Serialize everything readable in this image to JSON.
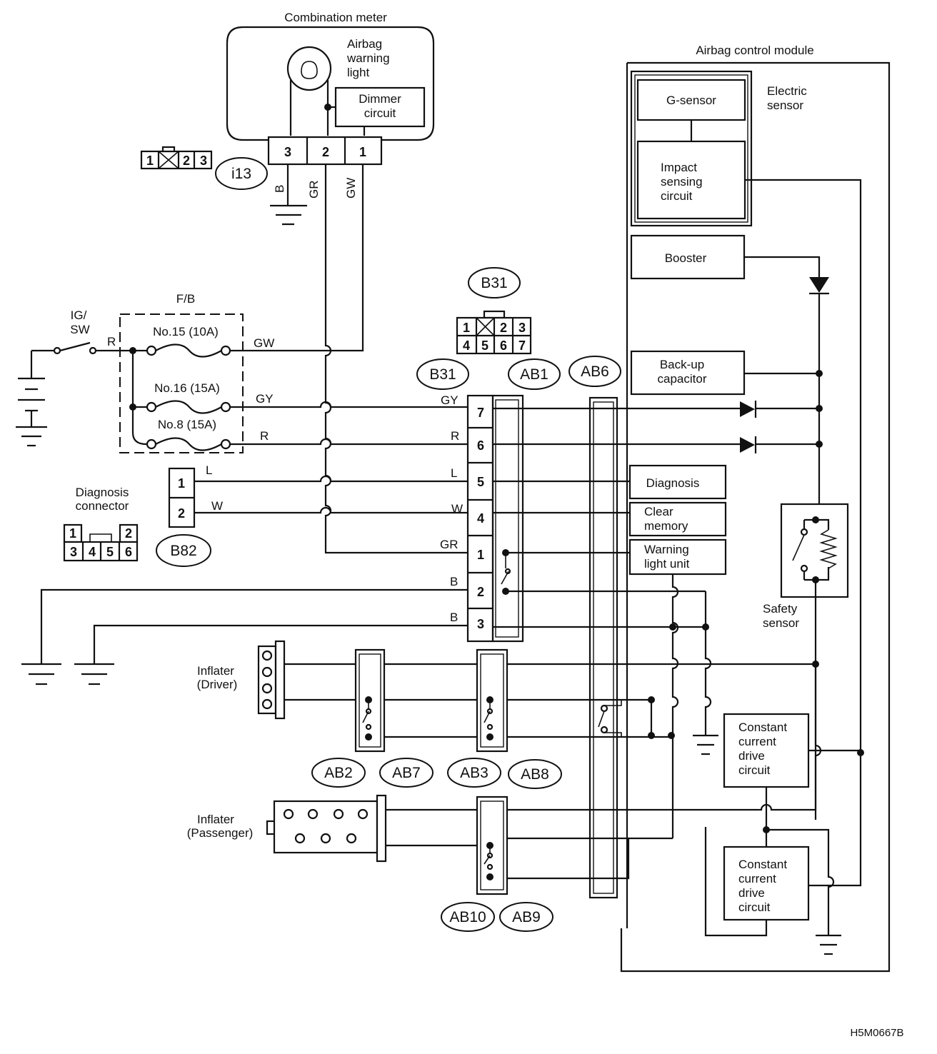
{
  "labels": {
    "combination_meter": "Combination meter",
    "airbag_warning_light": [
      "Airbag",
      "warning",
      "light"
    ],
    "dimmer_circuit": [
      "Dimmer",
      "circuit"
    ],
    "airbag_control_module": "Airbag control module",
    "g_sensor": "G-sensor",
    "electric_sensor": [
      "Electric",
      "sensor"
    ],
    "impact_sensing_circuit": [
      "Impact",
      "sensing",
      "circuit"
    ],
    "booster": "Booster",
    "backup_capacitor": [
      "Back-up",
      "capacitor"
    ],
    "diagnosis": "Diagnosis",
    "clear_memory": [
      "Clear",
      "memory"
    ],
    "warning_light_unit": [
      "Warning",
      "light unit"
    ],
    "safety_sensor": [
      "Safety",
      "sensor"
    ],
    "constant_current_drive_circuit": [
      "Constant",
      "current",
      "drive",
      "circuit"
    ],
    "ig_sw": [
      "IG/",
      "SW"
    ],
    "fuse_box": "F/B",
    "fuse_15": "No.15 (10A)",
    "fuse_16": "No.16 (15A)",
    "fuse_8": "No.8 (15A)",
    "diagnosis_connector": [
      "Diagnosis",
      "connector"
    ],
    "inflater_driver": [
      "Inflater",
      "(Driver)"
    ],
    "inflater_passenger": [
      "Inflater",
      "(Passenger)"
    ],
    "figure_code": "H5M0667B"
  },
  "connectors": {
    "i13": "i13",
    "b31_top": "B31",
    "b31": "B31",
    "ab1": "AB1",
    "ab6": "AB6",
    "b82": "B82",
    "ab2": "AB2",
    "ab7": "AB7",
    "ab3": "AB3",
    "ab8": "AB8",
    "ab10": "AB10",
    "ab9": "AB9"
  },
  "wire_colors": {
    "b": "B",
    "gr": "GR",
    "gw": "GW",
    "gy": "GY",
    "r": "R",
    "l": "L",
    "w": "W"
  },
  "meter_pins": [
    "3",
    "2",
    "1"
  ],
  "i13_pins": [
    "1",
    "2",
    "3"
  ],
  "b31_face_pins": [
    "1",
    "2",
    "3",
    "4",
    "5",
    "6",
    "7"
  ],
  "b31_pins": [
    "7",
    "6",
    "5",
    "4",
    "1",
    "2",
    "3"
  ],
  "b82_pins": [
    "1",
    "2"
  ],
  "diag_connector_pins": [
    "1",
    "2",
    "3",
    "4",
    "5",
    "6"
  ]
}
